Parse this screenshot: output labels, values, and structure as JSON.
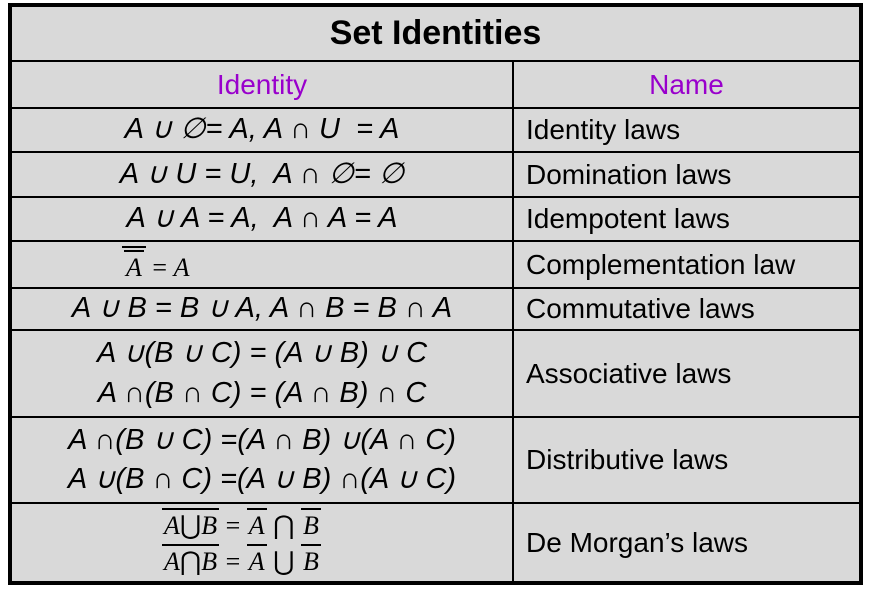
{
  "colors": {
    "page_background": "#ffffff",
    "table_background": "#d9d9d9",
    "border": "#000000",
    "header_text": "#9900cc",
    "body_text": "#000000"
  },
  "table": {
    "title": "Set Identities",
    "columns": [
      "Identity",
      "Name"
    ],
    "rows": [
      {
        "identity_lines": [
          "A ∪ ∅= A, A ∩ U  = A"
        ],
        "name": "Identity laws"
      },
      {
        "identity_lines": [
          "A ∪ U = U,  A ∩ ∅= ∅"
        ],
        "name": "Domination laws"
      },
      {
        "identity_lines": [
          "A ∪ A = A,  A ∩ A = A"
        ],
        "name": "Idempotent laws"
      },
      {
        "math_lines": [
          [
            {
              "o": 2,
              "parts": [
                {
                  "s": "A",
                  "i": true
                }
              ]
            },
            {
              "s": " = "
            },
            {
              "s": "A",
              "i": true
            }
          ]
        ],
        "name": "Complementation law"
      },
      {
        "identity_lines": [
          "A ∪ B = B ∪ A, A ∩ B = B ∩ A"
        ],
        "name": "Commutative laws"
      },
      {
        "identity_lines": [
          "A ∪(B ∪ C) = (A ∪ B) ∪ C",
          "A ∩(B ∩ C) = (A ∩ B) ∩ C"
        ],
        "name": "Associative laws"
      },
      {
        "identity_lines": [
          "A ∩(B ∪ C) =(A ∩ B) ∪(A ∩ C)",
          "A ∪(B ∩ C) =(A ∪ B) ∩(A ∪ C)"
        ],
        "name": "Distributive laws"
      },
      {
        "math_lines": [
          [
            {
              "o": 1,
              "parts": [
                {
                  "s": "A",
                  "i": true
                },
                {
                  "s": "⋃"
                },
                {
                  "s": "B",
                  "i": true
                }
              ]
            },
            {
              "s": " = "
            },
            {
              "o": 1,
              "parts": [
                {
                  "s": "A",
                  "i": true
                }
              ]
            },
            {
              "s": " ⋂ "
            },
            {
              "o": 1,
              "parts": [
                {
                  "s": "B",
                  "i": true
                }
              ]
            }
          ],
          [
            {
              "o": 1,
              "parts": [
                {
                  "s": "A",
                  "i": true
                },
                {
                  "s": "⋂"
                },
                {
                  "s": "B",
                  "i": true
                }
              ]
            },
            {
              "s": " = "
            },
            {
              "o": 1,
              "parts": [
                {
                  "s": "A",
                  "i": true
                }
              ]
            },
            {
              "s": " ⋃ "
            },
            {
              "o": 1,
              "parts": [
                {
                  "s": "B",
                  "i": true
                }
              ]
            }
          ]
        ],
        "name": "De Morgan’s laws"
      }
    ]
  }
}
